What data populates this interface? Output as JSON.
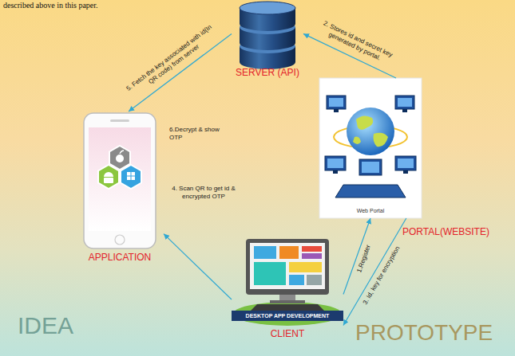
{
  "diagram": {
    "nodes": [
      {
        "text": [
          "SERVER (API)"
        ]
      },
      {
        "text": [
          "Web Portal",
          "PORTAL(WEBSITE)"
        ]
      },
      {
        "text": [
          "APPLICATION"
        ]
      },
      {
        "text": [
          "DESKTOP APP DEVELOPMENT",
          "CLIENT"
        ]
      }
    ],
    "edges": [
      {
        "from": 3,
        "to": 1,
        "arrow": "to",
        "label": "1.Register"
      },
      {
        "from": 1,
        "to": 0,
        "arrow": "to",
        "label": "2. Stores id and secret key generated by portal."
      },
      {
        "from": 1,
        "to": 3,
        "arrow": "to",
        "label": "3. Id, key for encryption"
      },
      {
        "from": 3,
        "to": 2,
        "arrow": "to",
        "label": "4. Scan QR to get id & encrypted OTP"
      },
      {
        "from": 0,
        "to": 2,
        "arrow": "to",
        "label": "5. Fetch the key associated with id(In QR code) from server"
      }
    ],
    "labels": [
      "described above in this paper.",
      "6.Decrypt & show OTP",
      "IDEA",
      "PROTOTYPE"
    ]
  }
}
